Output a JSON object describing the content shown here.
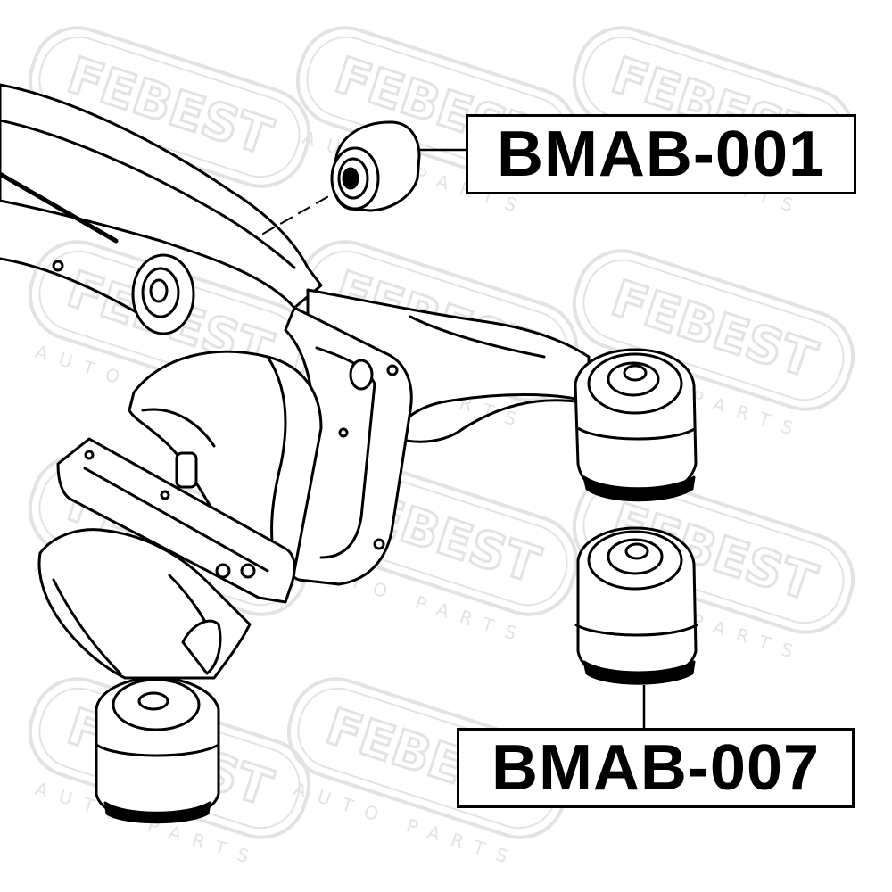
{
  "parts": [
    {
      "id": "bmab-001",
      "label": "BMAB-001"
    },
    {
      "id": "bmab-007",
      "label": "BMAB-007"
    }
  ],
  "watermark": {
    "brand": "FEBEST",
    "tagline": "AUTO PARTS",
    "color": "#e3e3e3"
  },
  "colors": {
    "line": "#000000",
    "background": "#ffffff"
  }
}
